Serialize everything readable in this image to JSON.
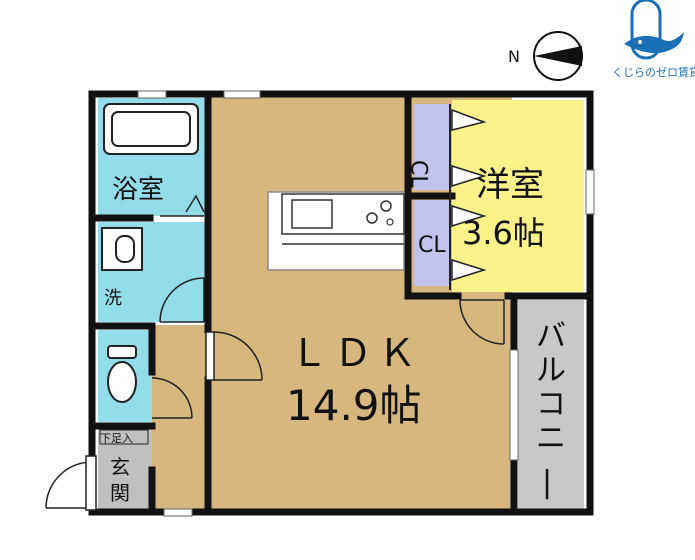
{
  "compass": {
    "north_label": "N"
  },
  "logo": {
    "text": "くじらのゼロ賃貸",
    "accent": "#1a6fb5",
    "icon": "whale-logo-icon"
  },
  "rooms": {
    "bath": "浴室",
    "washroom": "洗",
    "entrance": "玄関",
    "shoebox": "下足入",
    "ldk_name": "ＬＤＫ",
    "ldk_size": "14.9帖",
    "western_name": "洋室",
    "western_size": "3.6帖",
    "closet_top": "CL",
    "closet_bottom": "CL",
    "balcony": "バルコニー"
  },
  "colors": {
    "ldk": "#d7b77e",
    "western": "#fbf38a",
    "wet": "#93dcea",
    "closet": "#c1c2ee",
    "balcony": "#c8c8c8",
    "entrance": "#c0c0c0",
    "wall": "#111111"
  }
}
